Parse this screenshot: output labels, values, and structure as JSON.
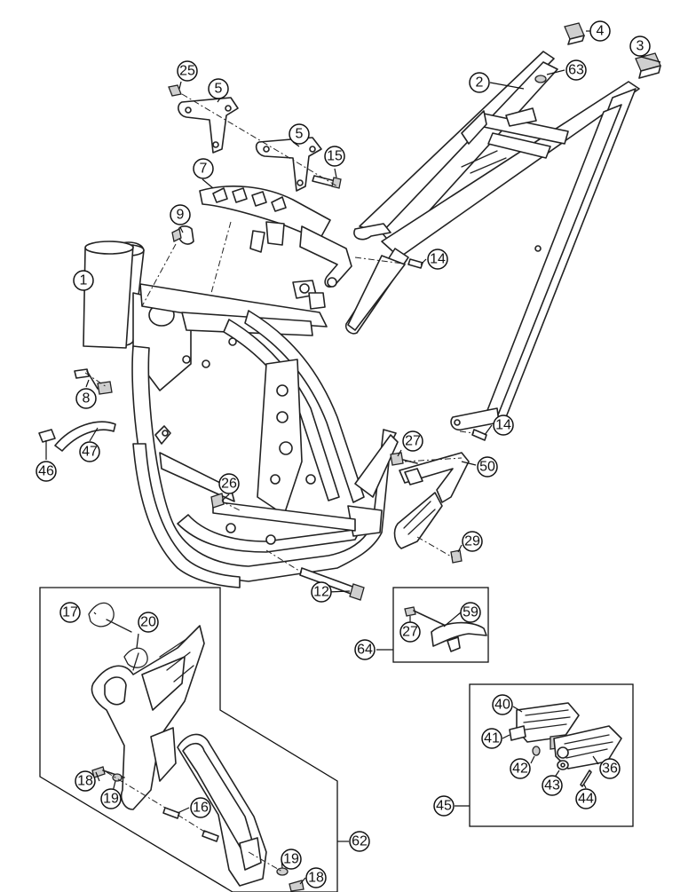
{
  "callouts": [
    {
      "key": "c1",
      "label": "1"
    },
    {
      "key": "c2",
      "label": "2"
    },
    {
      "key": "c3",
      "label": "3"
    },
    {
      "key": "c4",
      "label": "4"
    },
    {
      "key": "c5a",
      "label": "5"
    },
    {
      "key": "c5b",
      "label": "5"
    },
    {
      "key": "c7",
      "label": "7"
    },
    {
      "key": "c8",
      "label": "8"
    },
    {
      "key": "c9",
      "label": "9"
    },
    {
      "key": "c12",
      "label": "12"
    },
    {
      "key": "c14a",
      "label": "14"
    },
    {
      "key": "c14b",
      "label": "14"
    },
    {
      "key": "c15",
      "label": "15"
    },
    {
      "key": "c16",
      "label": "16"
    },
    {
      "key": "c17",
      "label": "17"
    },
    {
      "key": "c18a",
      "label": "18"
    },
    {
      "key": "c18b",
      "label": "18"
    },
    {
      "key": "c19a",
      "label": "19"
    },
    {
      "key": "c19b",
      "label": "19"
    },
    {
      "key": "c20",
      "label": "20"
    },
    {
      "key": "c25",
      "label": "25"
    },
    {
      "key": "c26",
      "label": "26"
    },
    {
      "key": "c27a",
      "label": "27"
    },
    {
      "key": "c27b",
      "label": "27"
    },
    {
      "key": "c29",
      "label": "29"
    },
    {
      "key": "c36",
      "label": "36"
    },
    {
      "key": "c40",
      "label": "40"
    },
    {
      "key": "c41",
      "label": "41"
    },
    {
      "key": "c42",
      "label": "42"
    },
    {
      "key": "c43",
      "label": "43"
    },
    {
      "key": "c44",
      "label": "44"
    },
    {
      "key": "c45",
      "label": "45"
    },
    {
      "key": "c46",
      "label": "46"
    },
    {
      "key": "c47",
      "label": "47"
    },
    {
      "key": "c50",
      "label": "50"
    },
    {
      "key": "c59",
      "label": "59"
    },
    {
      "key": "c62",
      "label": "62"
    },
    {
      "key": "c63",
      "label": "63"
    },
    {
      "key": "c64",
      "label": "64"
    }
  ]
}
